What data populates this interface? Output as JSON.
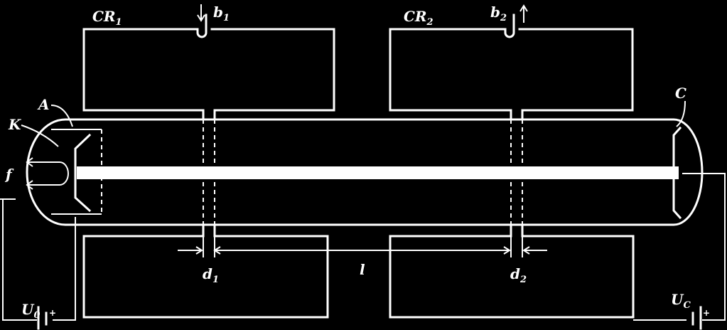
{
  "labels": {
    "cr1": {
      "main": "CR",
      "sub": "1"
    },
    "cr2": {
      "main": "CR",
      "sub": "2"
    },
    "b1": {
      "main": "b",
      "sub": "1"
    },
    "b2": {
      "main": "b",
      "sub": "2"
    },
    "a": "A",
    "k": "K",
    "c": "C",
    "f": "f",
    "d1": {
      "main": "d",
      "sub": "1"
    },
    "d2": {
      "main": "d",
      "sub": "2"
    },
    "l": "l",
    "u0": {
      "main": "U",
      "sub": "0"
    },
    "uc": {
      "main": "U",
      "sub": "C"
    },
    "plus": "+"
  },
  "colors": {
    "background": "#000000",
    "foreground": "#ffffff"
  }
}
